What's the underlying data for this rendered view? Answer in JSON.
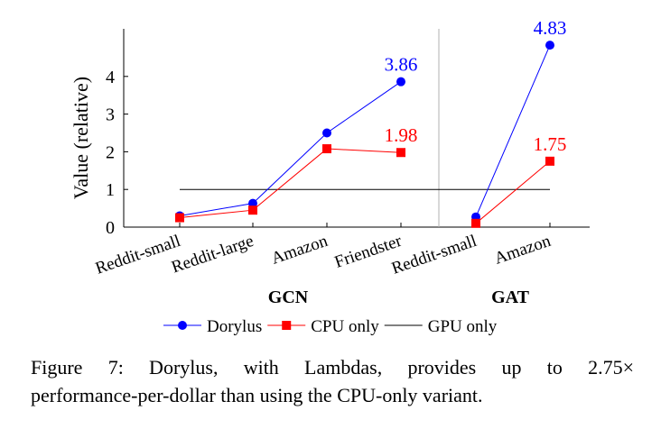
{
  "chart_data": {
    "type": "line",
    "ylabel": "Value (relative)",
    "ylim": [
      0,
      5.3
    ],
    "yticks": [
      0,
      1,
      2,
      3,
      4
    ],
    "categories": [
      "Reddit-small",
      "Reddit-large",
      "Amazon",
      "Friendster",
      "Reddit-small",
      "Amazon"
    ],
    "groups": [
      {
        "name": "GCN",
        "categories": [
          "Reddit-small",
          "Reddit-large",
          "Amazon",
          "Friendster"
        ]
      },
      {
        "name": "GAT",
        "categories": [
          "Reddit-small",
          "Amazon"
        ]
      }
    ],
    "series": [
      {
        "name": "Dorylus",
        "color": "#0000ff",
        "marker": "circle",
        "GCN": [
          0.3,
          0.63,
          2.5,
          3.86
        ],
        "GAT": [
          0.27,
          4.83
        ],
        "labels": [
          {
            "group": "GCN",
            "index": 3,
            "text": "3.86"
          },
          {
            "group": "GAT",
            "index": 1,
            "text": "4.83"
          }
        ]
      },
      {
        "name": "CPU only",
        "color": "#ff0000",
        "marker": "square",
        "GCN": [
          0.25,
          0.45,
          2.08,
          1.98
        ],
        "GAT": [
          0.1,
          1.75
        ],
        "labels": [
          {
            "group": "GCN",
            "index": 3,
            "text": "1.98"
          },
          {
            "group": "GAT",
            "index": 1,
            "text": "1.75"
          }
        ]
      },
      {
        "name": "GPU only",
        "color": "#000000",
        "marker": "none",
        "value": 1
      }
    ],
    "legend_position": "bottom"
  },
  "caption": {
    "line1": "Figure 7: Dorylus, with Lambdas, provides up to 2.75×",
    "line2": "performance-per-dollar than using the CPU-only variant."
  }
}
